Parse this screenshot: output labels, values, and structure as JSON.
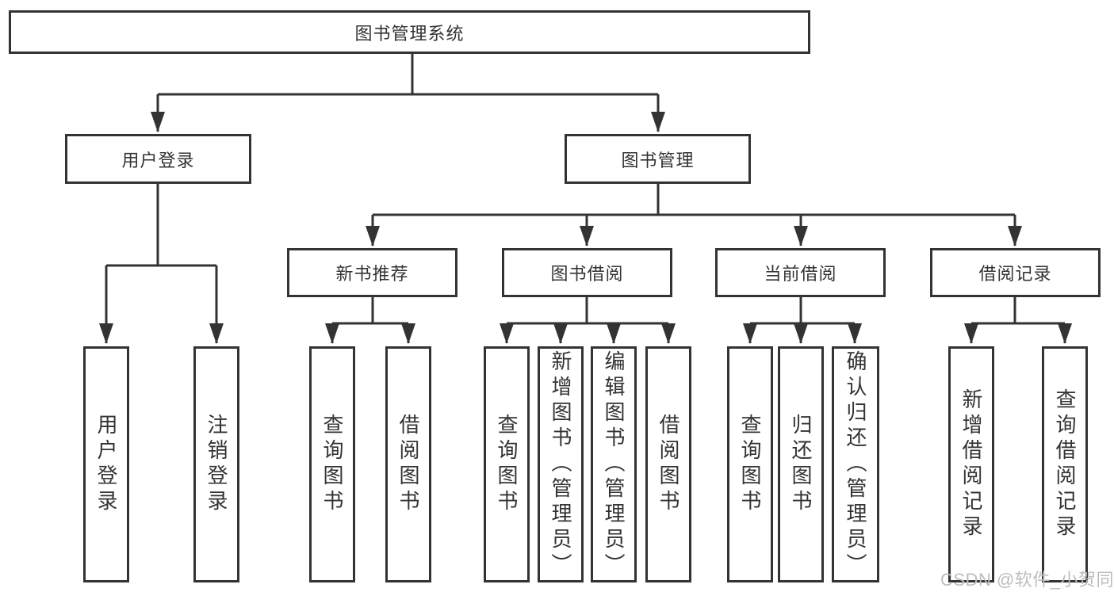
{
  "tree": {
    "root": "图书管理系统",
    "branches": [
      {
        "label": "用户登录",
        "children": [
          "用户登录",
          "注销登录"
        ]
      },
      {
        "label": "图书管理",
        "groups": [
          {
            "label": "新书推荐",
            "children": [
              "查询图书",
              "借阅图书"
            ]
          },
          {
            "label": "图书借阅",
            "children": [
              "查询图书",
              "新增图书（管理员）",
              "编辑图书（管理员）",
              "借阅图书"
            ]
          },
          {
            "label": "当前借阅",
            "children": [
              "查询图书",
              "归还图书",
              "确认归还（管理员）"
            ]
          },
          {
            "label": "借阅记录",
            "children": [
              "新增借阅记录",
              "查询借阅记录"
            ]
          }
        ]
      }
    ]
  },
  "watermark": "CSDN @软件_小贺同学",
  "colors": {
    "line": "#333333",
    "border": "#333333",
    "text": "#333333",
    "watermark": "#bdbdbd",
    "background": "#ffffff"
  }
}
